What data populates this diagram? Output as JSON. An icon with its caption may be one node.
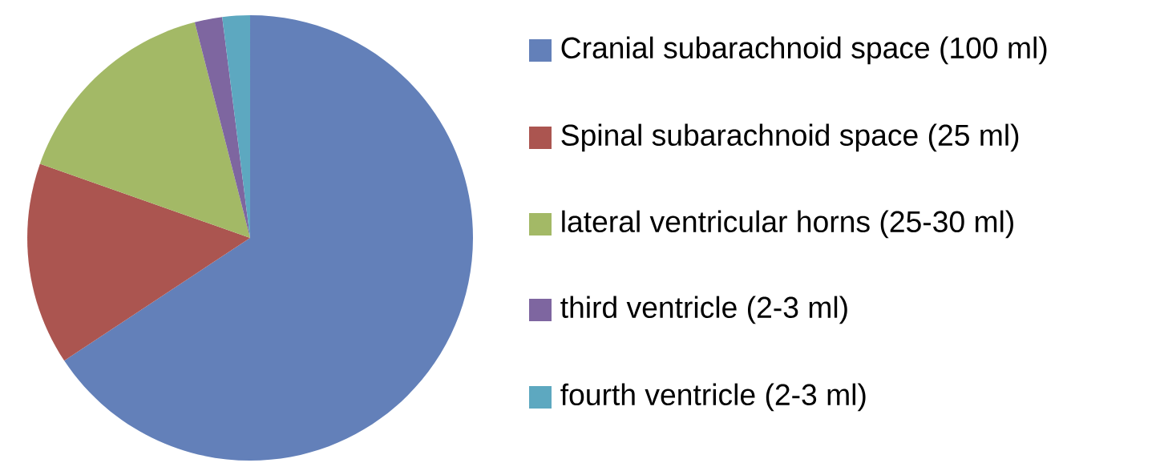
{
  "diagram": {
    "legend": [
      {
        "text": "Cranial subarachnoid space (100 ml)",
        "color": "#6380b9"
      },
      {
        "text": "Spinal subarachnoid space (25 ml)",
        "color": "#ab5550"
      },
      {
        "text": "lateral ventricular horns (25-30 ml)",
        "color": "#a3b966"
      },
      {
        "text": "third ventricle (2-3 ml)",
        "color": "#7e66a0"
      },
      {
        "text": "fourth ventricle (2-3 ml)",
        "color": "#5da8c0"
      }
    ]
  }
}
